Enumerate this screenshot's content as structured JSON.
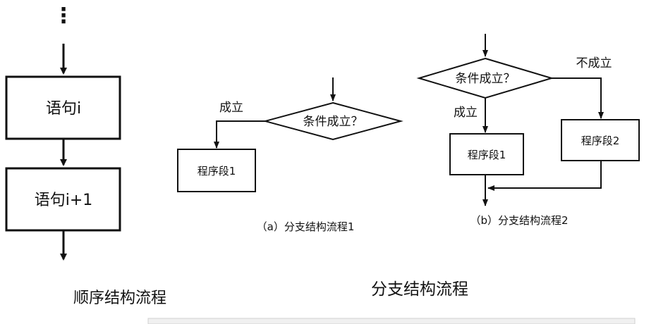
{
  "sequence": {
    "ellipsis": "⋮",
    "stmt1": "语句i",
    "stmt2": "语句i+1",
    "title": "顺序结构流程"
  },
  "branch1": {
    "condition": "条件成立？",
    "true_label": "成立",
    "block": "程序段1",
    "caption": "（a）分支结构流程1"
  },
  "branch2": {
    "condition": "条件成立？",
    "true_label": "成立",
    "false_label": "不成立",
    "block1": "程序段1",
    "block2": "程序段2",
    "caption": "（b）分支结构流程2"
  },
  "branch_title": "分支结构流程"
}
